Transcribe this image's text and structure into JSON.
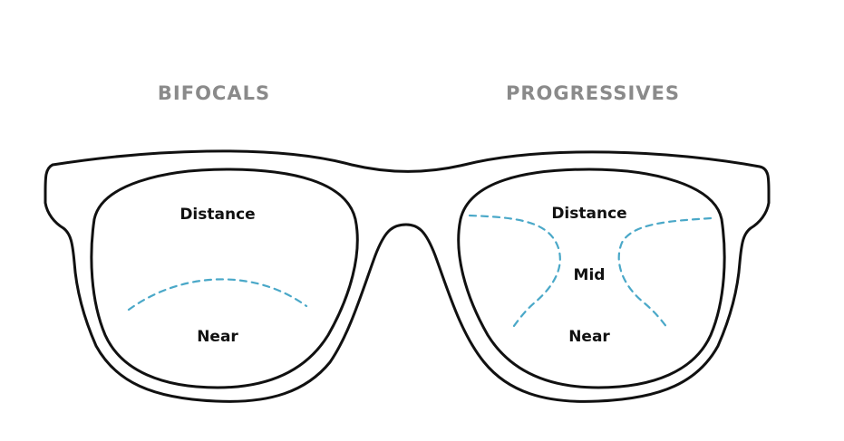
{
  "colors": {
    "heading": "#8a8a8a",
    "outline": "#111111",
    "divider": "#4aa8c8",
    "background": "#ffffff"
  },
  "bifocals": {
    "title": "BIFOCALS",
    "zones": {
      "distance": "Distance",
      "near": "Near"
    }
  },
  "progressives": {
    "title": "PROGRESSIVES",
    "zones": {
      "distance": "Distance",
      "mid": "Mid",
      "near": "Near"
    }
  }
}
